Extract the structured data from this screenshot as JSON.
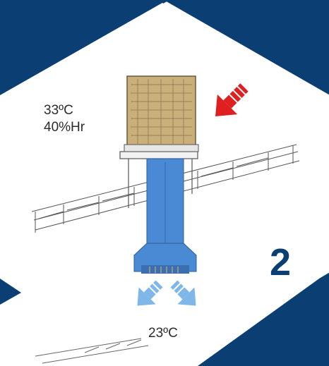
{
  "title": "",
  "panel": {
    "step_number": "2",
    "inlet_temp": "33ºC",
    "inlet_humidity": "40%Hr",
    "outlet_temp": "23ºC"
  },
  "colors": {
    "navy": "#0b3f74",
    "duct_blue": "#4a89d3",
    "cooler_tan": "#c9b07a",
    "arrow_red": "#e02020",
    "arrow_light_blue": "#7fb8e8"
  },
  "icons": {
    "inlet_arrow": "red-arrow-down-left-icon",
    "outlet_arrows": "light-blue-arrows-icon"
  }
}
